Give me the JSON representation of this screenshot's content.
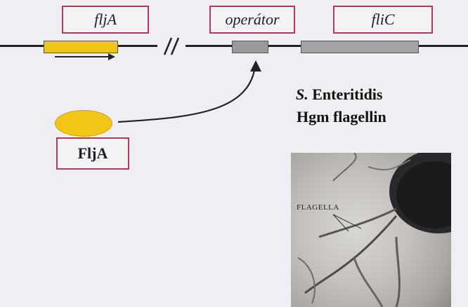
{
  "labels": {
    "flja_gene": "fljA",
    "operator": "operátor",
    "flic": "fliC",
    "flja_protein": "FljA"
  },
  "title": {
    "line1_italic": "S.",
    "line1_rest": " Enteritidis",
    "line2": "Hgm flagellin"
  },
  "photo": {
    "label": "FLAGELLA"
  },
  "colors": {
    "flja_gene": "#f0c419",
    "operator_gene": "#9a9a9a",
    "flic_gene": "#a3a3a3",
    "protein": "#f2c617",
    "box_border": "#b03a5a"
  }
}
